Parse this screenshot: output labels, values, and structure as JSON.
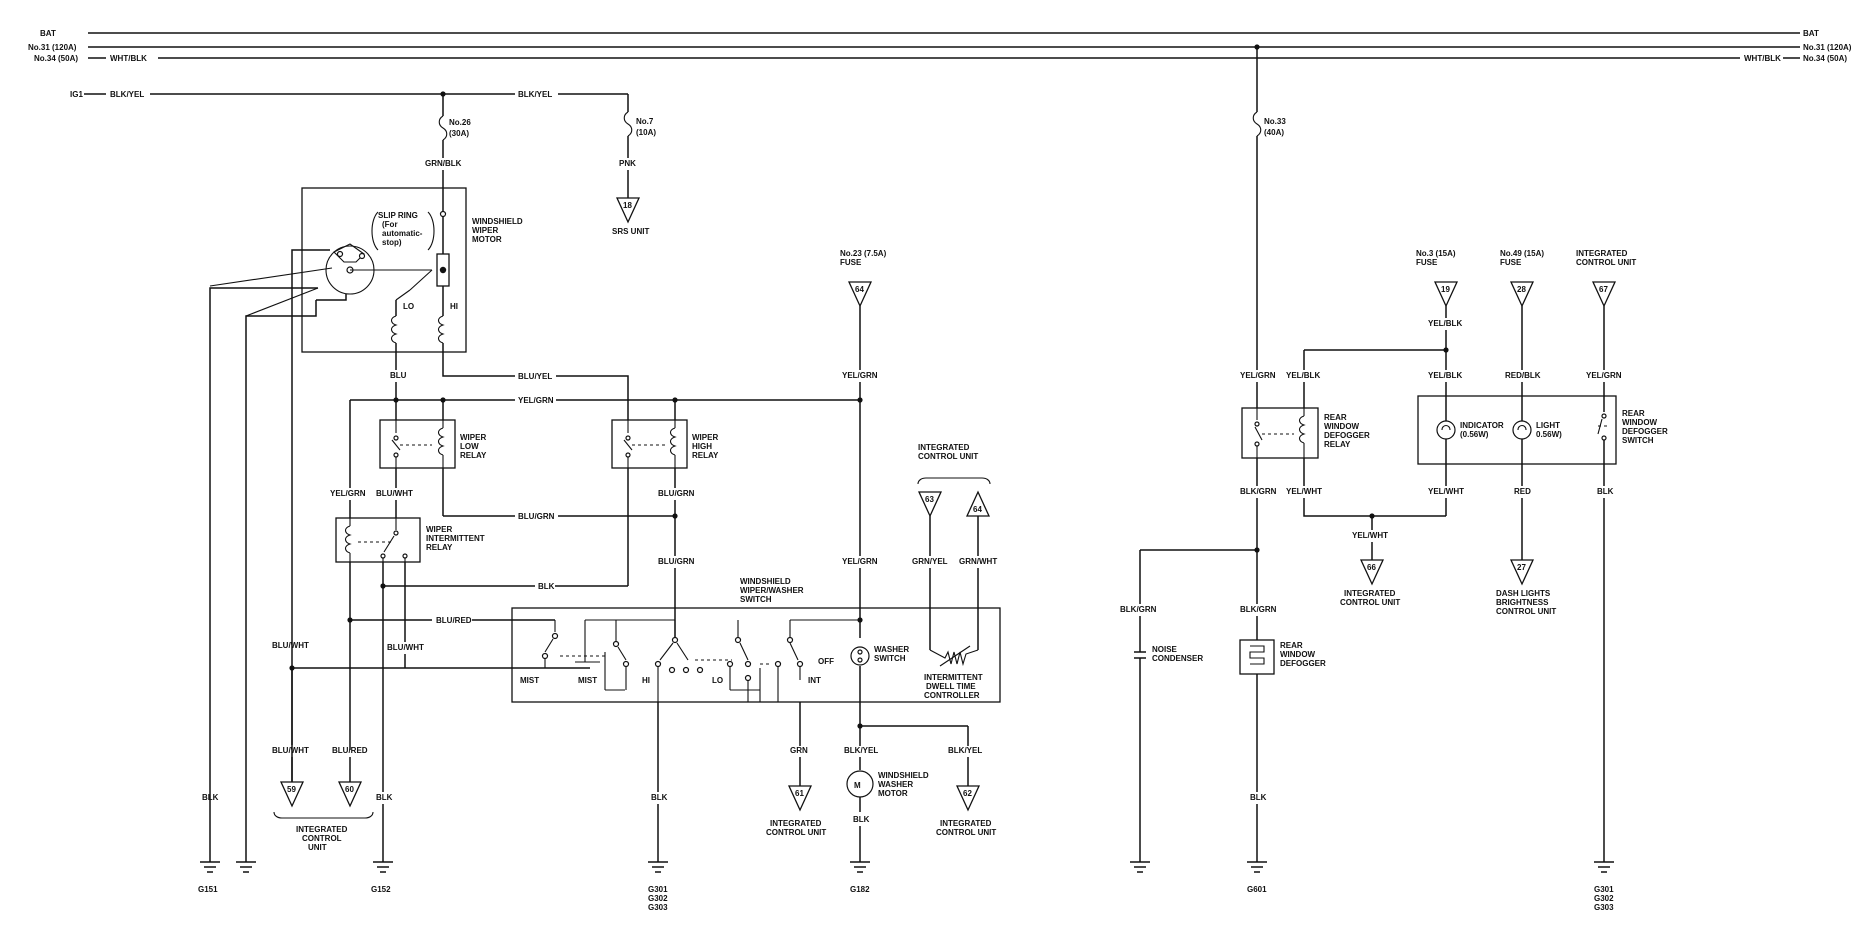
{
  "buses": {
    "bat": "BAT",
    "no31_left": "No.31 (120A)",
    "no34_left": "No.34 (50A)",
    "wht_blk": "WHT/BLK",
    "no31_right": "No.31 (120A)",
    "no34_right": "No.34 (50A)",
    "ig1": "IG1"
  },
  "wires": {
    "blk_yel": "BLK/YEL",
    "grn_blk": "GRN/BLK",
    "pnk": "PNK",
    "blu": "BLU",
    "blu_yel": "BLU/YEL",
    "yel_grn": "YEL/GRN",
    "blu_wht": "BLU/WHT",
    "blu_grn": "BLU/GRN",
    "blk": "BLK",
    "blu_red": "BLU/RED",
    "grn": "GRN",
    "grn_yel": "GRN/YEL",
    "grn_wht": "GRN/WHT",
    "yel_blk": "YEL/BLK",
    "blk_grn": "BLK/GRN",
    "yel_wht": "YEL/WHT",
    "red_blk": "RED/BLK",
    "red": "RED"
  },
  "fuses": {
    "no26": "No.26",
    "no26_rating": "(30A)",
    "no7": "No.7",
    "no7_rating": "(10A)",
    "no33": "No.33",
    "no33_rating": "(40A)",
    "no23": "No.23 (7.5A)",
    "fuse": "FUSE",
    "no3": "No.3 (15A)",
    "no49": "No.49 (15A)"
  },
  "components": {
    "wiper_motor": [
      "WINDSHIELD",
      "WIPER",
      "MOTOR"
    ],
    "slip_ring": [
      "SLIP RING",
      "(For",
      "automatic-",
      "stop)"
    ],
    "lo": "LO",
    "hi": "HI",
    "srs_unit": "SRS UNIT",
    "wiper_low_relay": [
      "WIPER",
      "LOW",
      "RELAY"
    ],
    "wiper_high_relay": [
      "WIPER",
      "HIGH",
      "RELAY"
    ],
    "wiper_int_relay": [
      "WIPER",
      "INTERMITTENT",
      "RELAY"
    ],
    "switch_title": [
      "WINDSHIELD",
      "WIPER/WASHER",
      "SWITCH"
    ],
    "mist": "MIST",
    "off": "OFF",
    "int": "INT",
    "washer_switch": [
      "WASHER",
      "SWITCH"
    ],
    "dwell": [
      "INTERMITTENT",
      "DWELL TIME",
      "CONTROLLER"
    ],
    "icu": "INTEGRATED CONTROL UNIT",
    "icu_split": [
      "INTEGRATED",
      "CONTROL UNIT"
    ],
    "icu_3": [
      "INTEGRATED",
      "CONTROL",
      "UNIT"
    ],
    "washer_motor": [
      "WINDSHIELD",
      "WASHER",
      "MOTOR"
    ],
    "motor_symbol": "M",
    "noise_condenser": [
      "NOISE",
      "CONDENSER"
    ],
    "defog_relay": [
      "REAR",
      "WINDOW",
      "DEFOGGER",
      "RELAY"
    ],
    "indicator": [
      "INDICATOR",
      "(0.56W)"
    ],
    "light": [
      "LIGHT",
      "0.56W)"
    ],
    "defog_switch": [
      "REAR",
      "WINDOW",
      "DEFOGGER",
      "SWITCH"
    ],
    "rear_defogger": [
      "REAR",
      "WINDOW",
      "DEFOGGER"
    ],
    "dash_lights": [
      "DASH LIGHTS",
      "BRIGHTNESS",
      "CONTROL UNIT"
    ]
  },
  "connectors": {
    "c18": "18",
    "c64": "64",
    "c63": "63",
    "c19": "19",
    "c28": "28",
    "c67": "67",
    "c66": "66",
    "c27": "27",
    "c59": "59",
    "c60": "60",
    "c61": "61",
    "c62": "62"
  },
  "grounds": {
    "g151": "G151",
    "g152": "G152",
    "g301": "G301",
    "g302": "G302",
    "g303": "G303",
    "g182": "G182",
    "g601": "G601"
  }
}
